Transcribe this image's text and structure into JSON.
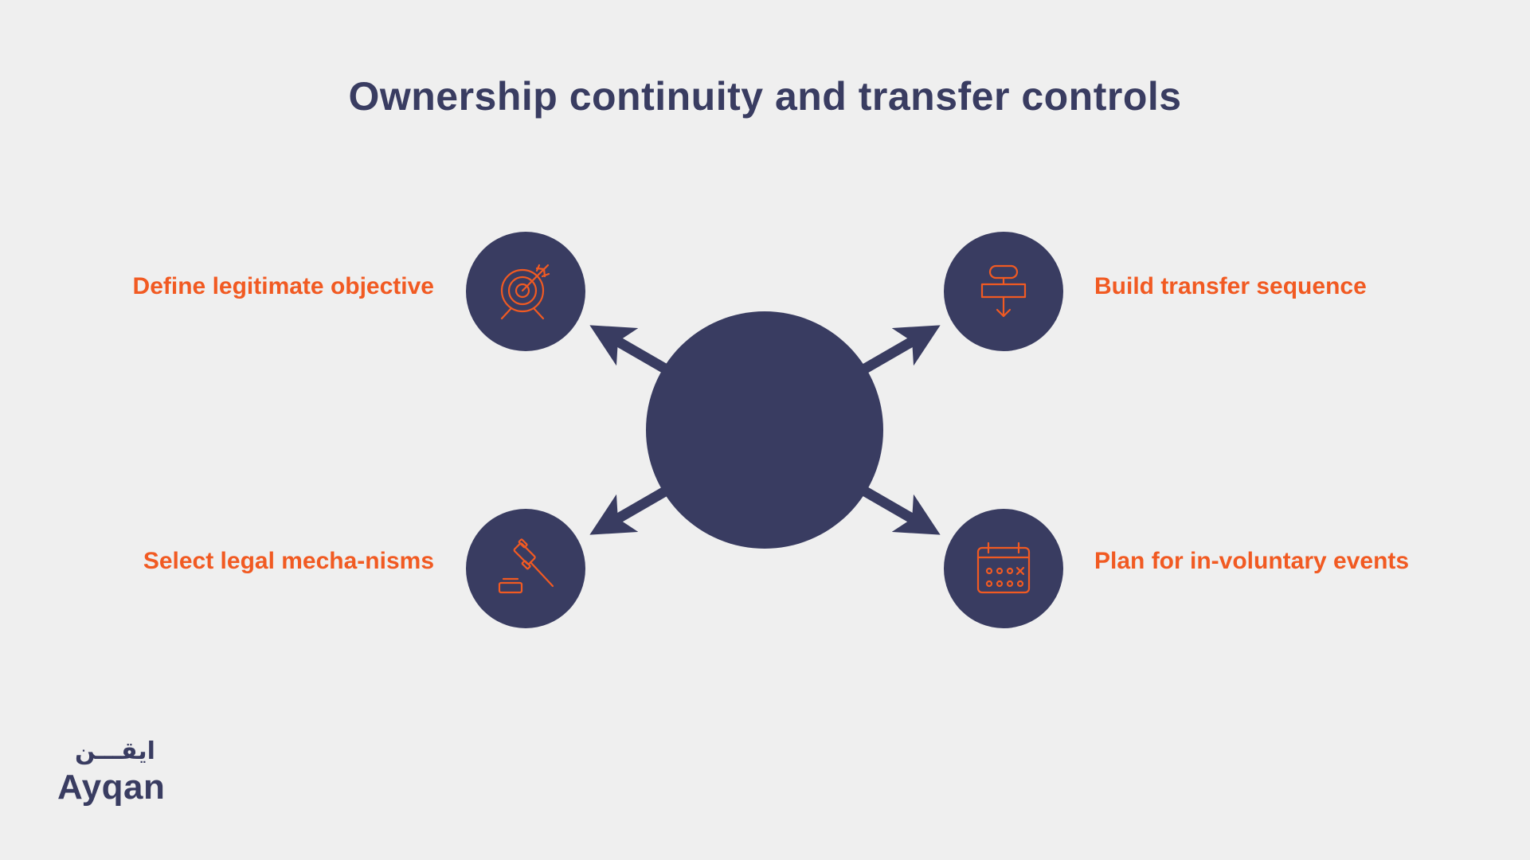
{
  "title": "Ownership continuity and transfer controls",
  "colors": {
    "background": "#efefef",
    "navy": "#393c61",
    "accent": "#f15a22"
  },
  "items": [
    {
      "label": "Define legitimate objective",
      "icon": "target-icon"
    },
    {
      "label": "Build transfer sequence",
      "icon": "flowchart-icon"
    },
    {
      "label": "Select legal mecha-nisms",
      "icon": "gavel-icon"
    },
    {
      "label": "Plan for in-voluntary events",
      "icon": "calendar-icon"
    }
  ],
  "logo": {
    "arabic": "ايقـــن",
    "latin": "Ayqan"
  }
}
